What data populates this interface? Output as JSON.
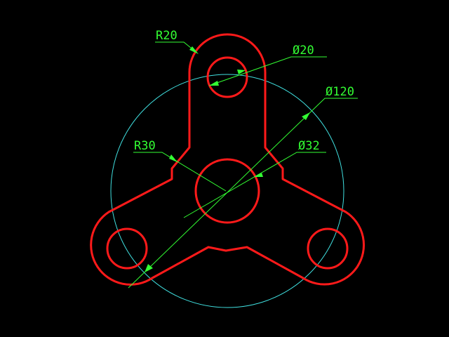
{
  "colors": {
    "background": "#000000",
    "outline": "#ff1a1a",
    "centerline": "#40e0e0",
    "dimension": "#33ff33"
  },
  "dimensions": {
    "r20": "R20",
    "dia20": "Ø20",
    "dia120": "Ø120",
    "r30": "R30",
    "dia32": "Ø32"
  }
}
